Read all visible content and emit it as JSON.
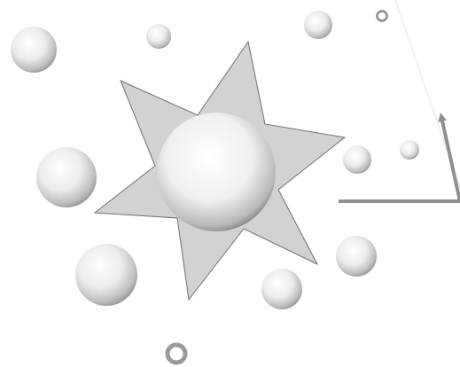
{
  "colors": {
    "background": "#ffffff",
    "star_fill": "#d2d2d2",
    "star_stroke": "#6f6f6f",
    "arrow": "#8f8f8f",
    "sphere_light": "#ffffff",
    "sphere_mid": "#e2e2e2",
    "sphere_dark": "#7a7a7a"
  },
  "elements": {
    "star": "six-pointed-star",
    "central_object": "large-sphere",
    "particles": "small-spheres",
    "arrow": "bent-arrow-pointing-up"
  }
}
